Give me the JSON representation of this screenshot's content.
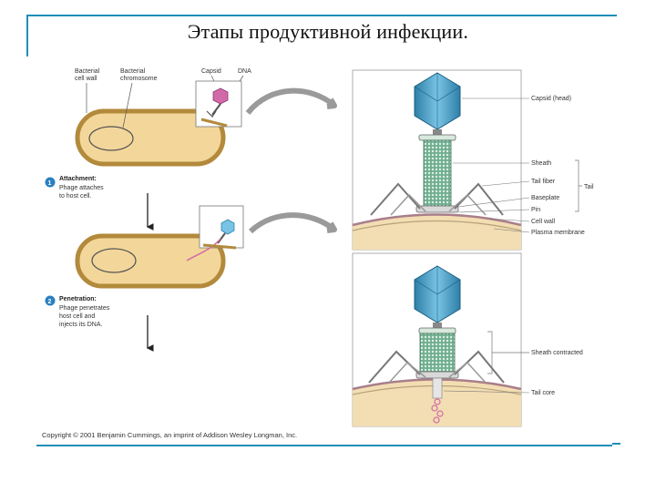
{
  "slide": {
    "title": "Этапы продуктивной инфекции."
  },
  "figure": {
    "labels": {
      "bacterial_cell_wall": [
        "Bacterial",
        "cell wall"
      ],
      "bacterial_chromosome": [
        "Bacterial",
        "chromosome"
      ],
      "capsid": "Capsid",
      "dna": "DNA"
    },
    "steps": [
      {
        "number": "1",
        "title": "Attachment:",
        "lines": [
          "Phage attaches",
          "to host cell."
        ]
      },
      {
        "number": "2",
        "title": "Penetration:",
        "lines": [
          "Phage penetrates",
          "host cell and",
          "injects its DNA."
        ]
      }
    ],
    "detail_top": {
      "capsid_head": "Capsid (head)",
      "sheath": "Sheath",
      "tail_fiber": "Tail fiber",
      "baseplate": "Baseplate",
      "pin": "Pin",
      "cell_wall": "Cell wall",
      "plasma_membrane": "Plasma membrane",
      "tail": "Tail"
    },
    "detail_bottom": {
      "sheath_contracted": "Sheath contracted",
      "tail_core": "Tail core"
    },
    "copyright": "Copyright © 2001 Benjamin Cummings, an imprint of Addison Wesley Longman, Inc."
  }
}
